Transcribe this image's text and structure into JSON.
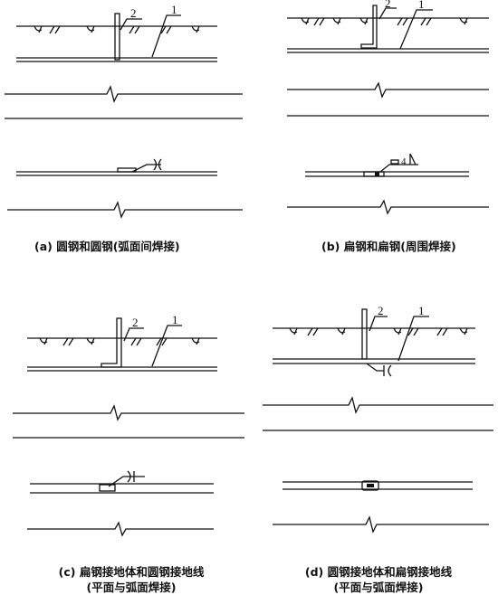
{
  "panels": {
    "a": {
      "caption": "(a)  圆钢和圆钢(弧面间焊接)",
      "label_rod": "2",
      "label_ground": "1"
    },
    "b": {
      "caption": "(b)  扁钢和扁钢(周围焊接)",
      "label_rod": "2",
      "label_ground": "1",
      "weld_size": "4"
    },
    "c": {
      "caption_line1": "(c)  扁钢接地体和圆钢接地线",
      "caption_line2": "(平面与弧面焊接)",
      "label_rod": "2",
      "label_ground": "1"
    },
    "d": {
      "caption_line1": "(d)  圆钢接地体和扁钢接地线",
      "caption_line2": "(平面与弧面焊接)",
      "label_rod": "2",
      "label_ground": "1"
    }
  },
  "colors": {
    "line": "#111111"
  }
}
